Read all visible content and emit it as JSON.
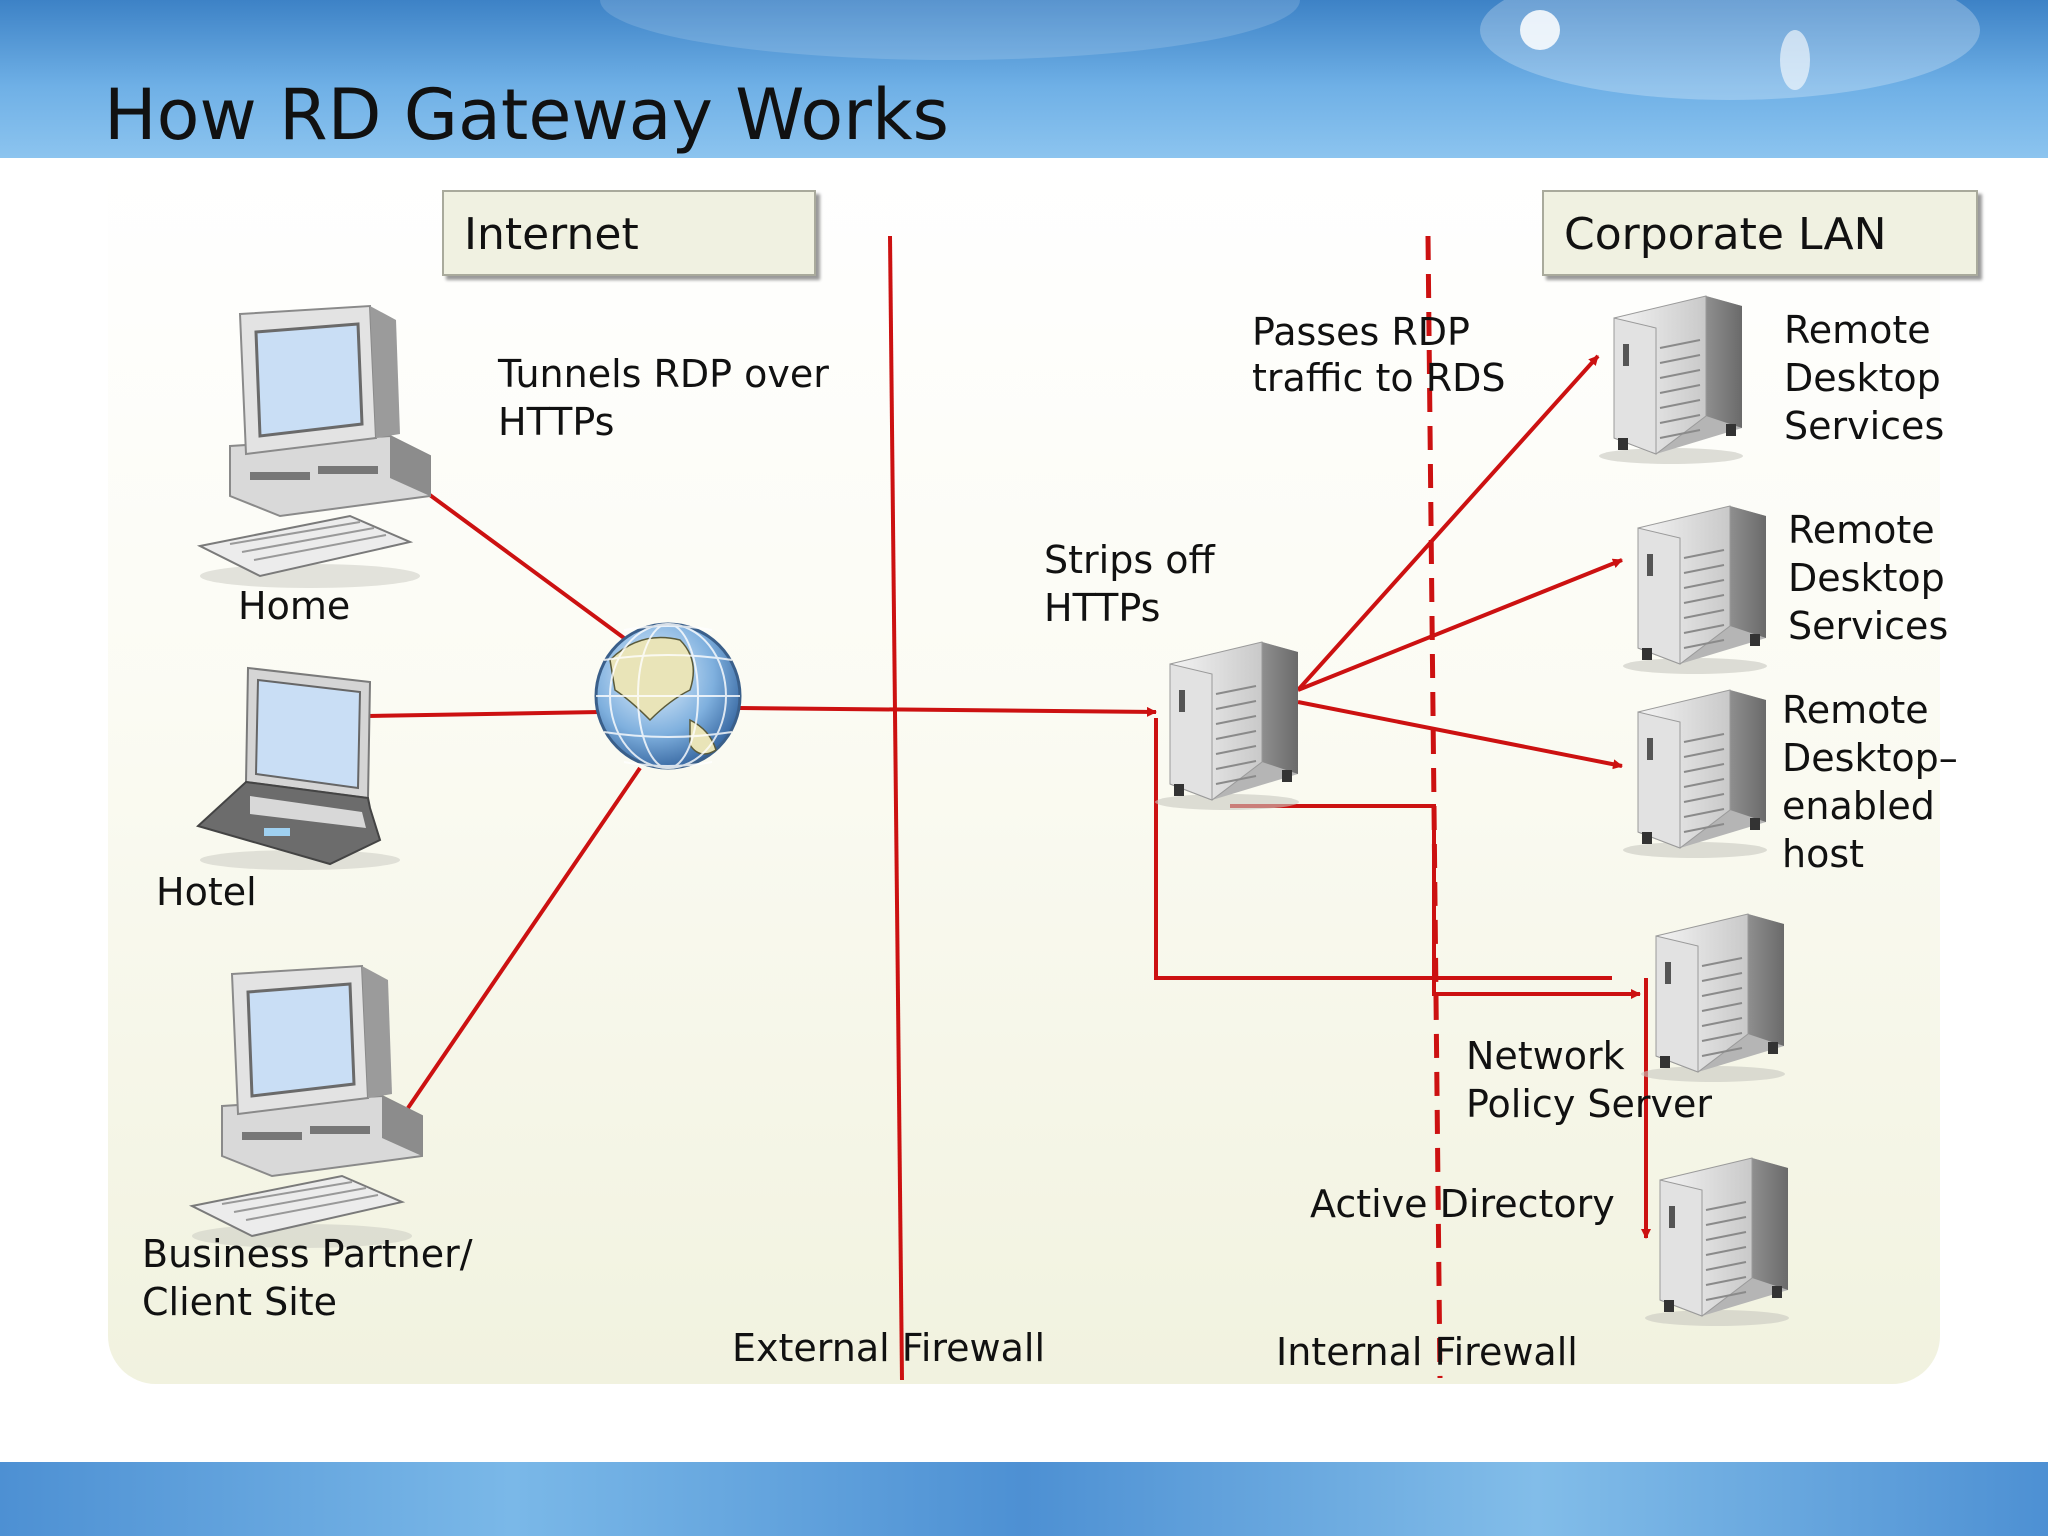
{
  "slide": {
    "title": "How RD Gateway Works"
  },
  "zones": {
    "internet": "Internet",
    "corporate_lan": "Corporate LAN"
  },
  "clients": {
    "home": "Home",
    "hotel": "Hotel",
    "partner_line1": "Business Partner/",
    "partner_line2": "Client Site"
  },
  "annotations": {
    "tunnels_line1": "Tunnels RDP over",
    "tunnels_line2": "HTTPs",
    "strips_line1": "Strips off",
    "strips_line2": "HTTPs",
    "passes_line1": "Passes RDP",
    "passes_line2": "traffic to RDS"
  },
  "servers": {
    "rds1_line1": "Remote",
    "rds1_line2": "Desktop",
    "rds1_line3": "Services",
    "rds2_line1": "Remote",
    "rds2_line2": "Desktop",
    "rds2_line3": "Services",
    "host_line1": "Remote",
    "host_line2": "Desktop–",
    "host_line3": "enabled",
    "host_line4": "host",
    "nps_line1": "Network",
    "nps_line2": "Policy Server",
    "ad": "Active Directory"
  },
  "firewalls": {
    "external": "External Firewall",
    "internal": "Internal Firewall"
  },
  "colors": {
    "connection": "#cc1111",
    "header": "#4d90d3"
  },
  "icons": [
    "desktop-computer-icon",
    "laptop-icon",
    "globe-icon",
    "server-icon"
  ]
}
